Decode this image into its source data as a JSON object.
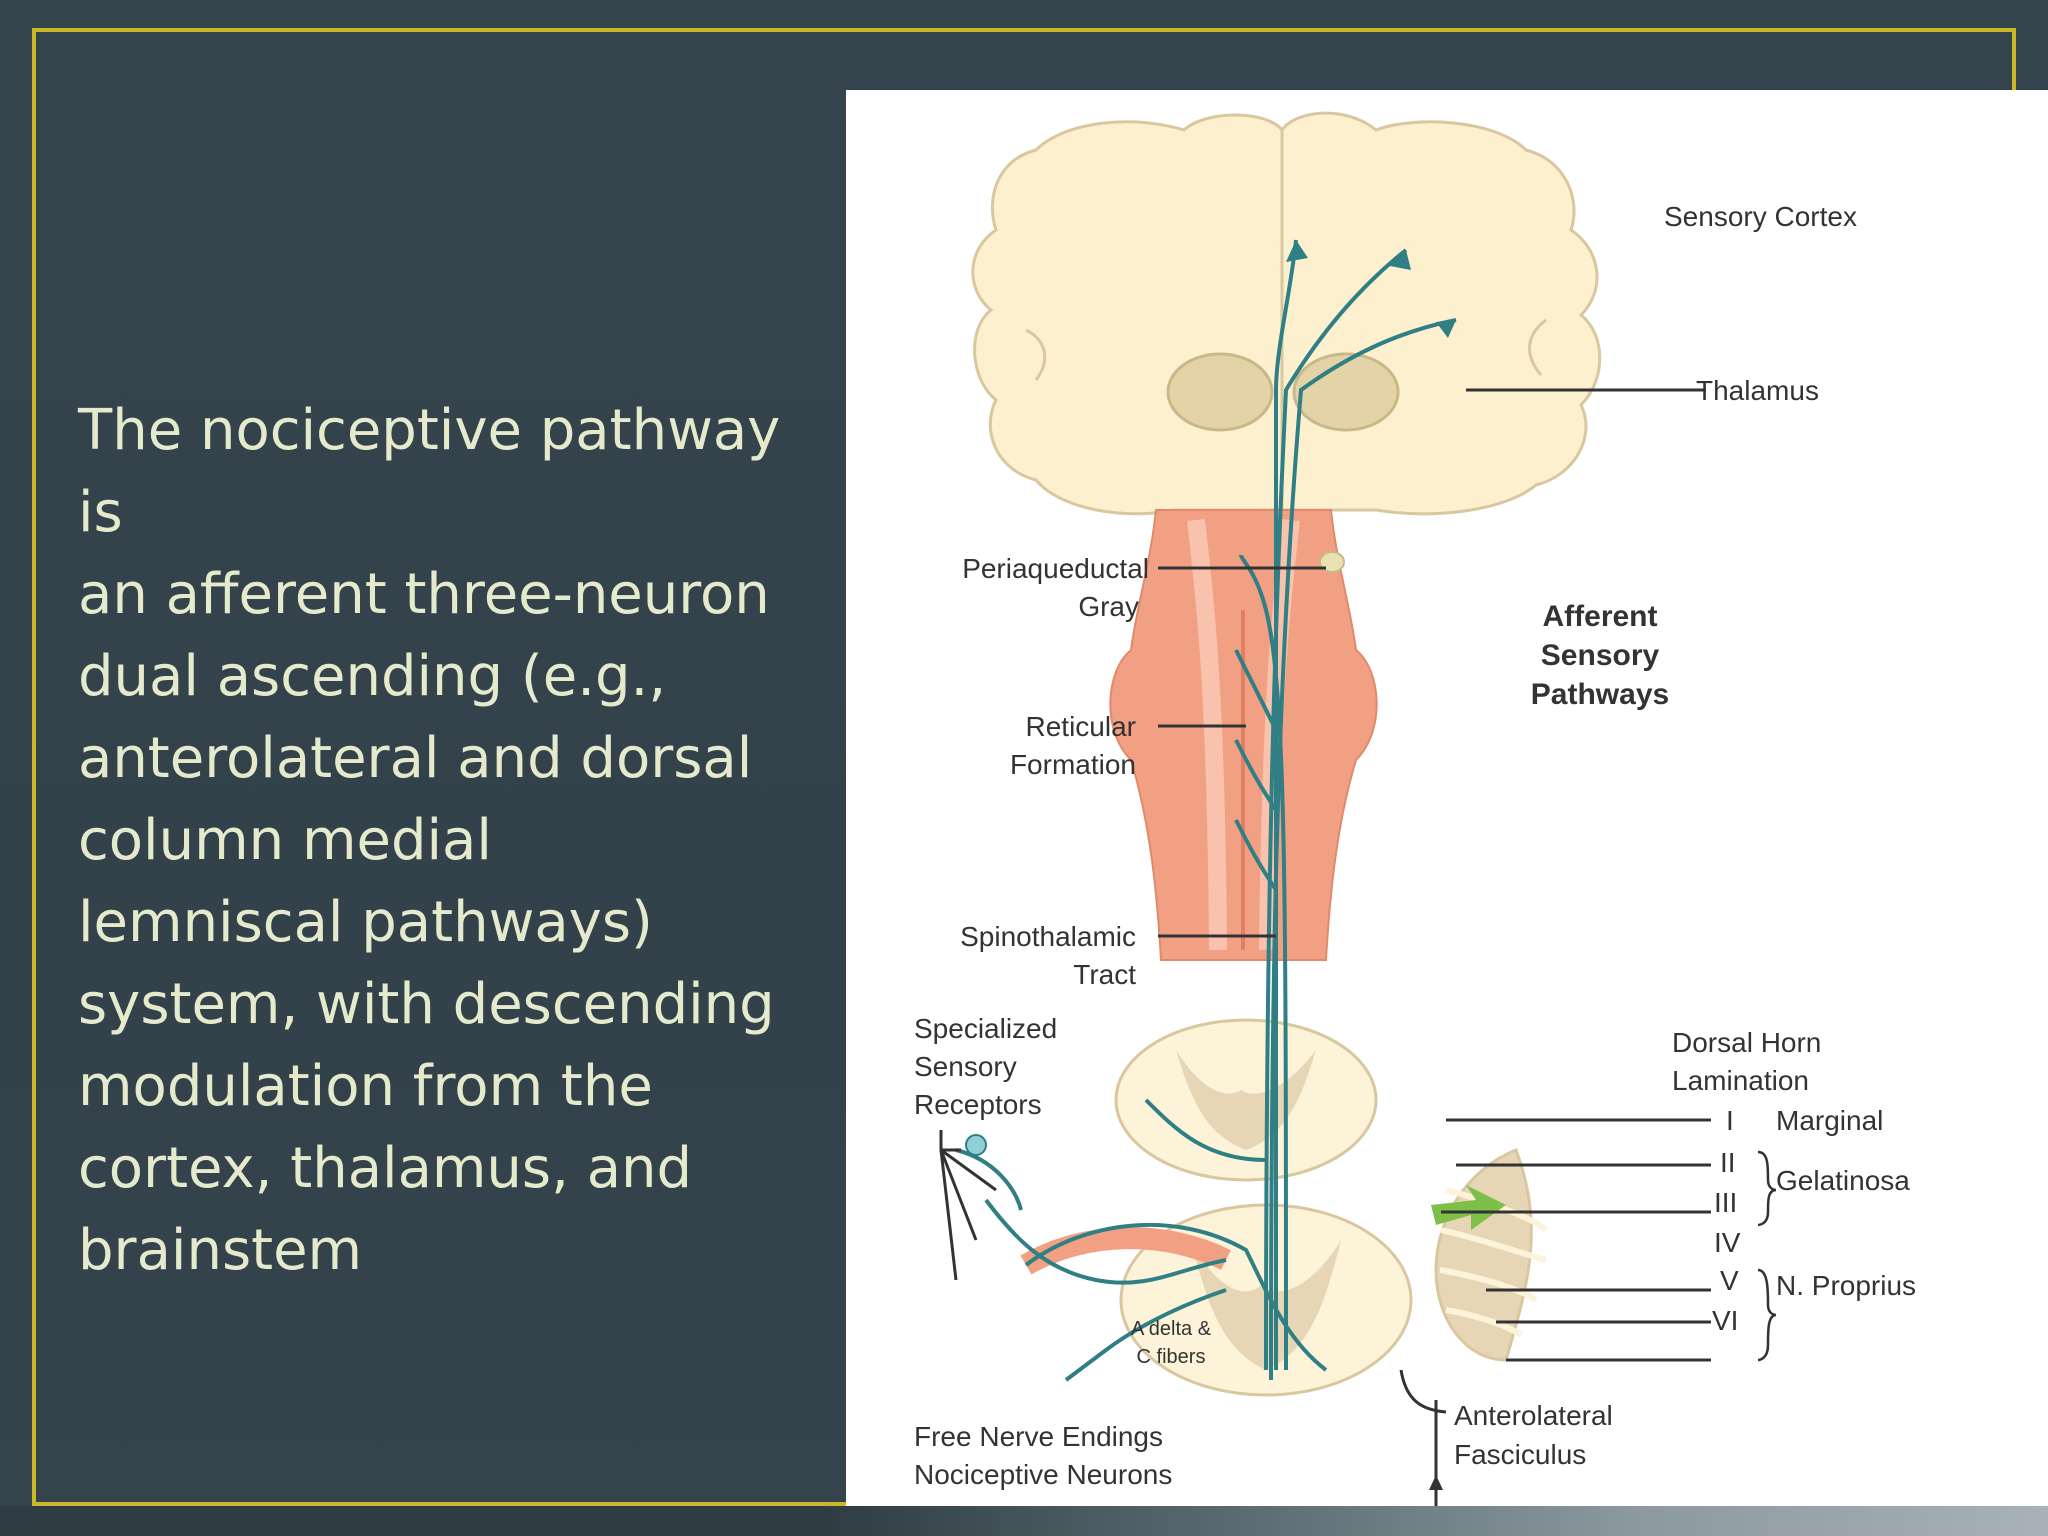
{
  "slide": {
    "body_text": "The nociceptive pathway is\nan afferent three-neuron\ndual ascending (e.g.,\nanterolateral and dorsal\ncolumn medial\nlemniscal pathways)\nsystem, with descending\nmodulation from the\ncortex, thalamus, and\nbrainstem",
    "accent_color": "#c9b92a",
    "text_color": "#e5eacc",
    "background_color": "#34424b"
  },
  "figure": {
    "labels": {
      "sensory_cortex": "Sensory Cortex",
      "thalamus": "Thalamus",
      "periaqueductal_1": "Periaqueductal",
      "periaqueductal_2": "Gray",
      "reticular_1": "Reticular",
      "reticular_2": "Formation",
      "afferent_1": "Afferent",
      "afferent_2": "Sensory",
      "afferent_3": "Pathways",
      "spinothalamic_1": "Spinothalamic",
      "spinothalamic_2": "Tract",
      "receptors_1": "Specialized",
      "receptors_2": "Sensory",
      "receptors_3": "Receptors",
      "dorsal_horn_1": "Dorsal Horn",
      "dorsal_horn_2": "Lamination",
      "lamina_1": "I",
      "lamina_2": "II",
      "lamina_3": "III",
      "lamina_4": "IV",
      "lamina_5": "V",
      "lamina_6": "VI",
      "marginal": "Marginal",
      "gelatinosa": "Gelatinosa",
      "proprius": "N. Proprius",
      "fibers_1": "A delta &",
      "fibers_2": "C fibers",
      "free_nerve_1": "Free Nerve Endings",
      "free_nerve_2": "Nociceptive Neurons",
      "anterolateral_1": "Anterolateral",
      "anterolateral_2": "Fasciculus"
    }
  }
}
